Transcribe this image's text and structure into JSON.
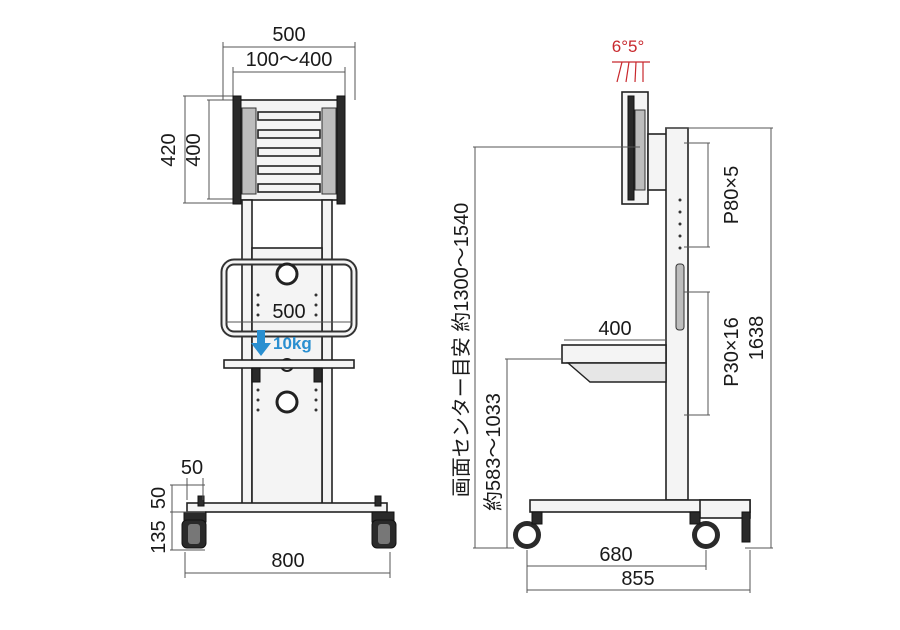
{
  "front_view": {
    "mount_width": "500",
    "mount_range": "100～400",
    "mount_height_outer": "420",
    "mount_height_inner": "400",
    "shelf_width": "500",
    "load": "10kg",
    "caster_top": "50",
    "caster_side_upper": "50",
    "caster_side_lower": "135",
    "base_width": "800"
  },
  "side_view": {
    "tilt": "6°5°",
    "pitch_top": "P80×5",
    "pitch_column": "P30×16",
    "overall_height": "1638",
    "screen_center": "画面センター目安 約1300～1540",
    "shelf_height": "約583～1033",
    "shelf_depth": "400",
    "wheelbase": "680",
    "base_depth": "855"
  },
  "colors": {
    "tilt_label": "#c8282d",
    "load_label": "#2a8fd0"
  }
}
